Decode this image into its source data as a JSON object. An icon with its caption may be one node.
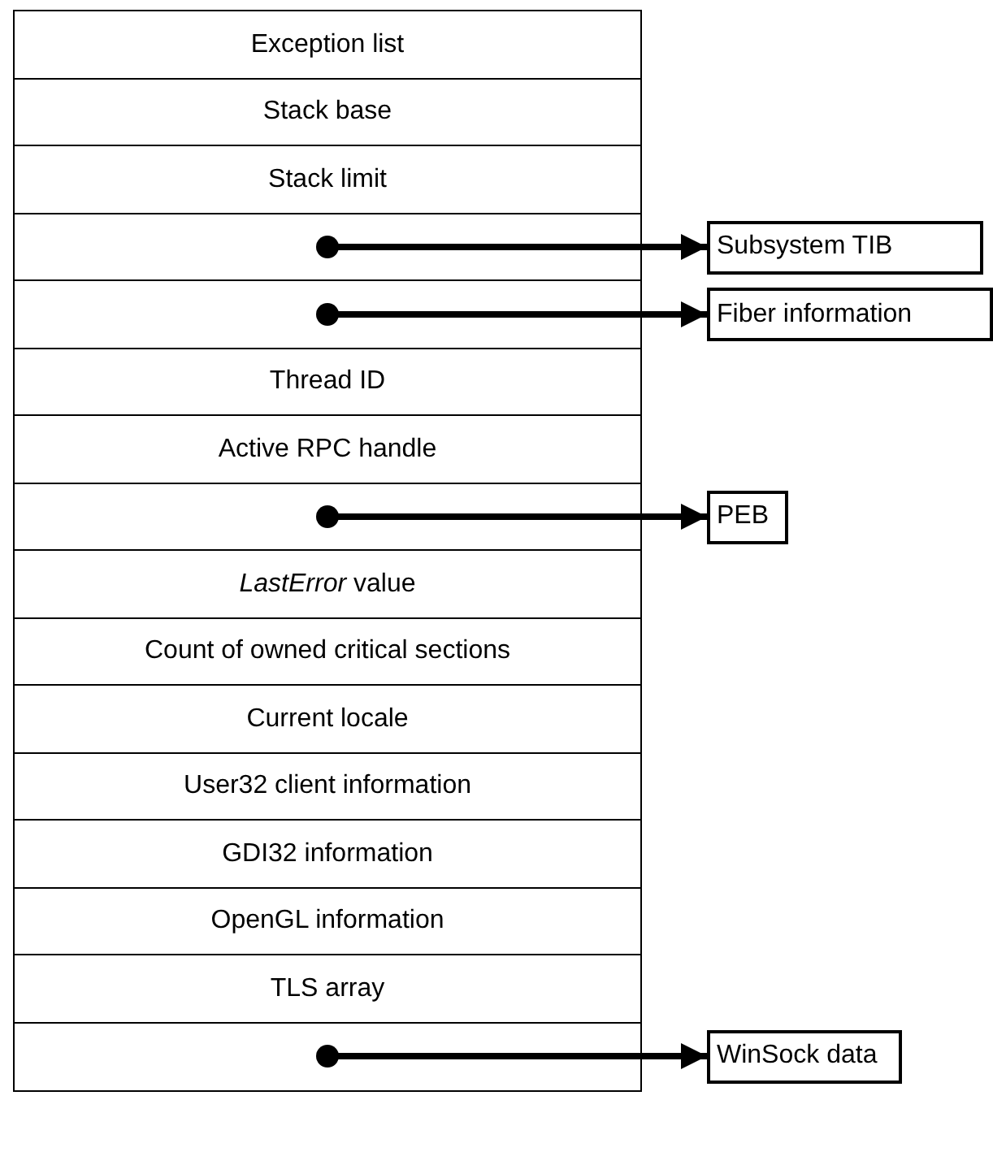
{
  "diagram": {
    "nodes": [
      {
        "text": [
          "Exception list"
        ]
      },
      {
        "text": [
          "Stack base"
        ]
      },
      {
        "text": [
          "Stack limit"
        ]
      },
      {
        "text": [],
        "shape": "box"
      },
      {
        "text": [],
        "shape": "box"
      },
      {
        "text": [
          "Thread ID"
        ]
      },
      {
        "text": [
          "Active RPC handle"
        ]
      },
      {
        "text": [],
        "shape": "box"
      },
      {
        "text": [
          "*LastError* value"
        ]
      },
      {
        "text": [
          "Count of owned critical sections"
        ]
      },
      {
        "text": [
          "Current locale"
        ]
      },
      {
        "text": [
          "User32 client information"
        ]
      },
      {
        "text": [
          "GDI32 information"
        ]
      },
      {
        "text": [
          "OpenGL information"
        ]
      },
      {
        "text": [
          "TLS array"
        ]
      },
      {
        "text": [],
        "shape": "box"
      },
      {
        "text": [
          "Subsystem TIB"
        ]
      },
      {
        "text": [
          "Fiber information"
        ]
      },
      {
        "text": [
          "PEB"
        ]
      },
      {
        "text": [
          "WinSock data"
        ]
      }
    ],
    "edges": [
      {
        "from": 3,
        "to": 16,
        "arrow": "to"
      },
      {
        "from": 4,
        "to": 17,
        "arrow": "to"
      },
      {
        "from": 7,
        "to": 18,
        "arrow": "to"
      },
      {
        "from": 15,
        "to": 19,
        "arrow": "to"
      }
    ]
  }
}
